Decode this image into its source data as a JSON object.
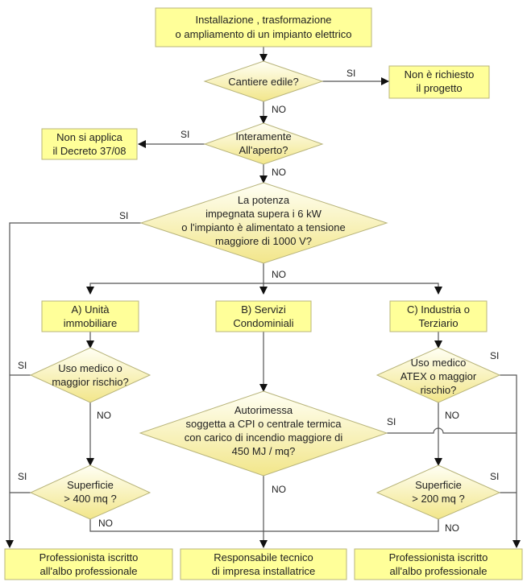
{
  "nodes": {
    "start": {
      "lines": [
        "Installazione , trasformazione",
        "o ampliamento di un impianto elettrico"
      ]
    },
    "q_cantiere": {
      "lines": [
        "Cantiere edile?"
      ]
    },
    "no_progetto": {
      "lines": [
        "Non è richiesto",
        "il progetto"
      ]
    },
    "q_aperto": {
      "lines": [
        "Interamente",
        "All'aperto?"
      ]
    },
    "no_decreto": {
      "lines": [
        "Non si applica",
        "il Decreto 37/08"
      ]
    },
    "q_potenza": {
      "lines": [
        "La potenza",
        "impegnata supera i 6 kW",
        "o l'impianto è alimentato a tensione",
        "maggiore di 1000 V?"
      ]
    },
    "cat_a": {
      "lines": [
        "A) Unità",
        "immobiliare"
      ]
    },
    "cat_b": {
      "lines": [
        "B) Servizi",
        "Condominiali"
      ]
    },
    "cat_c": {
      "lines": [
        "C) Industria o",
        "Terziario"
      ]
    },
    "q_medico_a": {
      "lines": [
        "Uso medico o",
        "maggior rischio?"
      ]
    },
    "q_autorimessa": {
      "lines": [
        "Autorimessa",
        "soggetta a CPI o centrale termica",
        "con carico di incendio maggiore di",
        "450 MJ / mq?"
      ]
    },
    "q_medico_c": {
      "lines": [
        "Uso medico",
        "ATEX o maggior",
        "rischio?"
      ]
    },
    "q_sup_a": {
      "lines": [
        "Superficie",
        "> 400 mq ?"
      ]
    },
    "q_sup_c": {
      "lines": [
        "Superficie",
        "> 200 mq ?"
      ]
    },
    "res_prof_left": {
      "lines": [
        "Professionista iscritto",
        "all'albo professionale"
      ]
    },
    "res_tecnico": {
      "lines": [
        "Responsabile tecnico",
        "di impresa installatrice"
      ]
    },
    "res_prof_right": {
      "lines": [
        "Professionista iscritto",
        "all'albo professionale"
      ]
    }
  },
  "labels": {
    "si": "SI",
    "no": "NO"
  },
  "colors": {
    "box_fill": "#ffff99",
    "box_stroke": "#b8b47a",
    "diamond_light": "#fffff2",
    "diamond_dark": "#f2e68a",
    "line": "#555555",
    "arrow": "#111111"
  }
}
